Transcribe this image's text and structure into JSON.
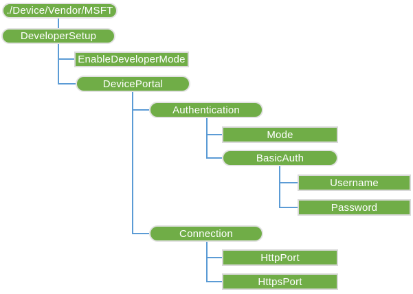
{
  "diagram": {
    "type": "tree",
    "colors": {
      "node_fill": "#70AD47",
      "node_text": "#FFFFFF",
      "node_border_rect": "#D9D9D9",
      "node_border_pill": "#E2E2E2",
      "connector_line": "#5B9BD5",
      "background": "#FFFFFF"
    },
    "nodes": [
      {
        "label": "./Device/Vendor/MSFT",
        "shape": "rounded",
        "parent": null
      },
      {
        "label": "DeveloperSetup",
        "shape": "rounded",
        "parent": "./Device/Vendor/MSFT"
      },
      {
        "label": "EnableDeveloperMode",
        "shape": "rect",
        "parent": "DeveloperSetup"
      },
      {
        "label": "DevicePortal",
        "shape": "rounded",
        "parent": "DeveloperSetup"
      },
      {
        "label": "Authentication",
        "shape": "rounded",
        "parent": "DevicePortal"
      },
      {
        "label": "Mode",
        "shape": "rect",
        "parent": "Authentication"
      },
      {
        "label": "BasicAuth",
        "shape": "rounded",
        "parent": "Authentication"
      },
      {
        "label": "Username",
        "shape": "rect",
        "parent": "BasicAuth"
      },
      {
        "label": "Password",
        "shape": "rect",
        "parent": "BasicAuth"
      },
      {
        "label": "Connection",
        "shape": "rounded",
        "parent": "DevicePortal"
      },
      {
        "label": "HttpPort",
        "shape": "rect",
        "parent": "Connection"
      },
      {
        "label": "HttpsPort",
        "shape": "rect",
        "parent": "Connection"
      }
    ]
  }
}
